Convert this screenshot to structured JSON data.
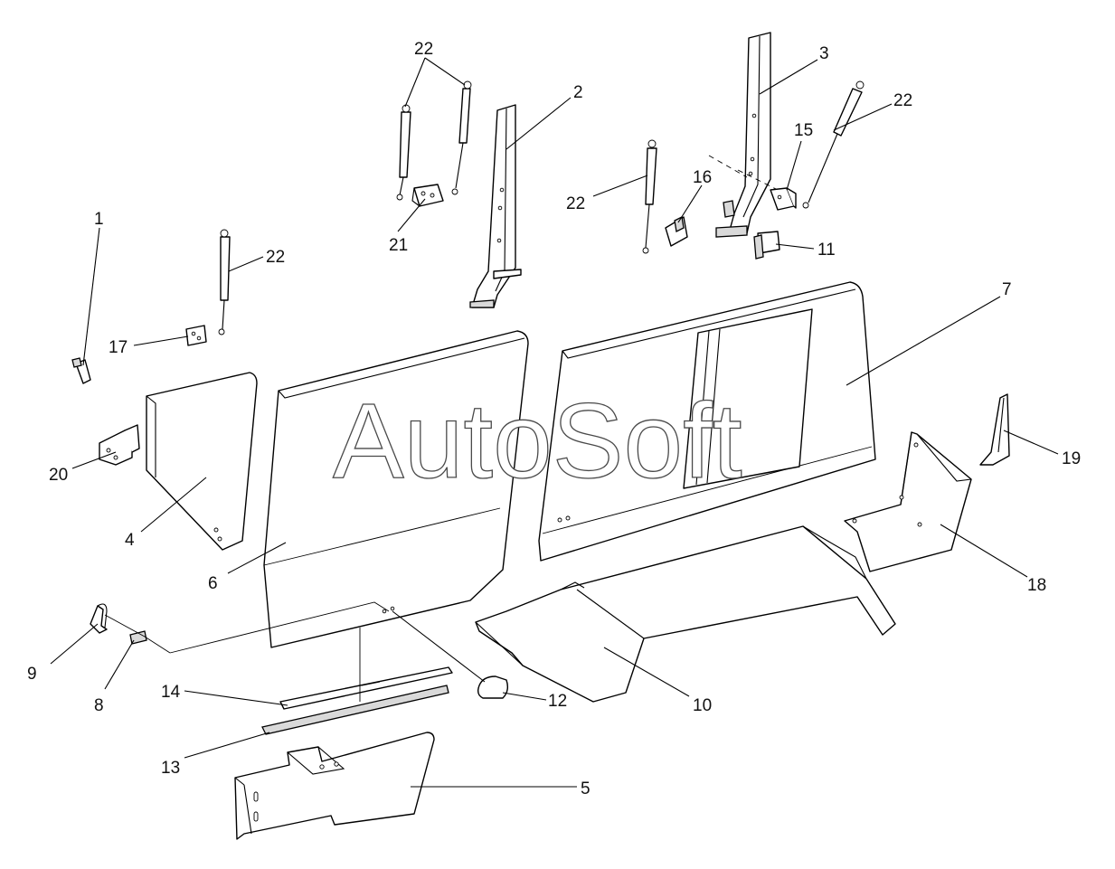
{
  "watermark": "AutoSoft",
  "callouts": {
    "c1": "1",
    "c2": "2",
    "c3": "3",
    "c4": "4",
    "c5": "5",
    "c6": "6",
    "c7": "7",
    "c8": "8",
    "c9": "9",
    "c10": "10",
    "c11": "11",
    "c12": "12",
    "c13": "13",
    "c14": "14",
    "c15": "15",
    "c16": "16",
    "c17": "17",
    "c18": "18",
    "c19": "19",
    "c20": "20",
    "c21": "21",
    "c22a": "22",
    "c22b": "22",
    "c22c": "22",
    "c22d": "22"
  }
}
